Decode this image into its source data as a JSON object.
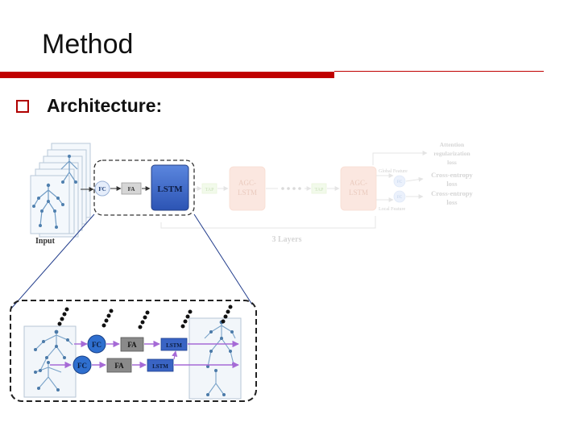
{
  "slide": {
    "title": "Method",
    "bullet": "Architecture:"
  },
  "colors": {
    "accent_red": "#c00000",
    "lstm_blue": "#3a64c4",
    "faded_orange": "#f9d5c7",
    "fc_blue": "#2f6fcf",
    "fa_gray": "#8a8a8a",
    "arrow_purple": "#a66ad6"
  },
  "diagram": {
    "top": {
      "input_label": "Input",
      "fc": "FC",
      "fa": "FA",
      "lstm": "LSTM",
      "tap1": "TAP",
      "agc1_line1": "AGC-",
      "agc1_line2": "LSTM",
      "tap2": "TAP",
      "agc2_line1": "AGC-",
      "agc2_line2": "LSTM",
      "fc_out1": "FC",
      "fc_out2": "FC",
      "global_feature": "Global Feature",
      "local_feature": "Local Feature",
      "attention_loss_1": "Attention",
      "attention_loss_2": "regularization",
      "attention_loss_3": "loss",
      "ce_loss_a1": "Cross-entropy",
      "ce_loss_a2": "loss",
      "ce_loss_b1": "Cross-entropy",
      "ce_loss_b2": "loss",
      "layers": "3 Layers"
    },
    "zoom": {
      "fc1": "FC",
      "fa1": "FA",
      "lstm1": "LSTM",
      "fc2": "FC",
      "fa2": "FA",
      "lstm2": "LSTM"
    }
  }
}
